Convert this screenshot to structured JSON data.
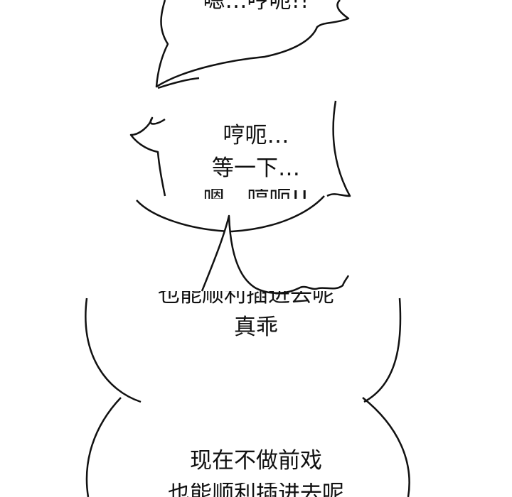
{
  "panel": {
    "bubble1": {
      "line1": "嗯…哼呃!!"
    },
    "bubble2": {
      "line1": "哼呃…",
      "line2": "等一下…",
      "line3": "嗯，哼呃!!"
    },
    "bubble3": {
      "line1": "也能顺利插进去呢",
      "line2": "真乖"
    },
    "bubble4": {
      "line1": "现在不做前戏",
      "line2": "也能顺利插进去呢"
    }
  },
  "colors": {
    "ink": "#111111",
    "paper": "#ffffff"
  }
}
